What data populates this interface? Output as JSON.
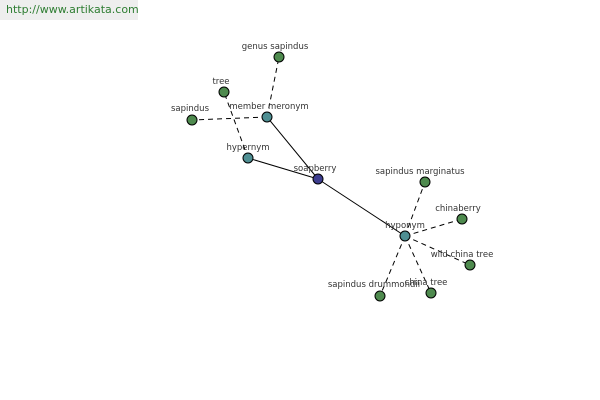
{
  "header": {
    "url": "http://www.artikata.com"
  },
  "colors": {
    "leaf": "#4e8a4e",
    "relation": "#4f8f93",
    "center": "#3d3d8f"
  },
  "nodes": [
    {
      "id": "soapberry",
      "label": "soapberry",
      "kind": "center"
    },
    {
      "id": "hypernym",
      "label": "hypernym",
      "kind": "relation"
    },
    {
      "id": "member-meronym",
      "label": "member meronym",
      "kind": "relation"
    },
    {
      "id": "hyponym",
      "label": "hyponym",
      "kind": "relation"
    },
    {
      "id": "genus-sapindus",
      "label": "genus sapindus",
      "kind": "leaf"
    },
    {
      "id": "tree",
      "label": "tree",
      "kind": "leaf"
    },
    {
      "id": "sapindus",
      "label": "sapindus",
      "kind": "leaf"
    },
    {
      "id": "sapindus-marginatus",
      "label": "sapindus marginatus",
      "kind": "leaf"
    },
    {
      "id": "chinaberry",
      "label": "chinaberry",
      "kind": "leaf"
    },
    {
      "id": "wild-china-tree",
      "label": "wild china tree",
      "kind": "leaf"
    },
    {
      "id": "china-tree",
      "label": "china tree",
      "kind": "leaf"
    },
    {
      "id": "sapindus-drummondii",
      "label": "sapindus drummondii",
      "kind": "leaf"
    }
  ],
  "edges": [
    {
      "from": "soapberry",
      "to": "hypernym",
      "style": "solid"
    },
    {
      "from": "soapberry",
      "to": "member-meronym",
      "style": "solid"
    },
    {
      "from": "soapberry",
      "to": "hyponym",
      "style": "solid"
    },
    {
      "from": "hypernym",
      "to": "tree",
      "style": "dashed"
    },
    {
      "from": "member-meronym",
      "to": "genus-sapindus",
      "style": "dashed"
    },
    {
      "from": "member-meronym",
      "to": "sapindus",
      "style": "dashed"
    },
    {
      "from": "hyponym",
      "to": "sapindus-marginatus",
      "style": "dashed"
    },
    {
      "from": "hyponym",
      "to": "chinaberry",
      "style": "dashed"
    },
    {
      "from": "hyponym",
      "to": "wild-china-tree",
      "style": "dashed"
    },
    {
      "from": "hyponym",
      "to": "china-tree",
      "style": "dashed"
    },
    {
      "from": "hyponym",
      "to": "sapindus-drummondii",
      "style": "dashed"
    }
  ]
}
